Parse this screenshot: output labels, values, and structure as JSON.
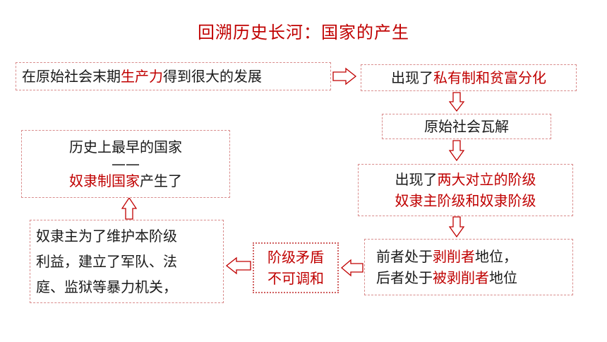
{
  "title": "回溯历史长河：国家的产生",
  "boxes": {
    "b1": {
      "pre": "在原始社会末期",
      "hl": "生产力",
      "post": "得到很大的发展"
    },
    "b2": {
      "pre": "出现了",
      "hl": "私有制和贫富分化"
    },
    "b3": {
      "text": "原始社会瓦解"
    },
    "b4": {
      "pre": "出现了",
      "hl": "两大对立的阶级",
      "line2": "奴隶主阶级和奴隶阶级"
    },
    "b5": {
      "l1_pre": "前者处于",
      "l1_hl": "剥削者",
      "l1_post": "地位，",
      "l2_pre": "后者处于",
      "l2_hl": "被剥削者",
      "l2_post": "地位"
    },
    "b6": {
      "line1": "阶级矛盾",
      "line2": "不可调和"
    },
    "b7": {
      "line1": "奴隶主为了维护本阶级",
      "line2": "利益，建立了军队、法",
      "line3": "庭、监狱等暴力机关，"
    },
    "b8": {
      "line1": "历史上最早的国家",
      "dash": "——",
      "hl": "奴隶制国家",
      "post": "产生了"
    }
  },
  "colors": {
    "accent": "#c00000",
    "border": "#d98c8c",
    "text": "#1a1a1a"
  },
  "icons": [
    "arrow-right-icon",
    "arrow-down-icon",
    "arrow-left-icon",
    "arrow-up-icon"
  ]
}
